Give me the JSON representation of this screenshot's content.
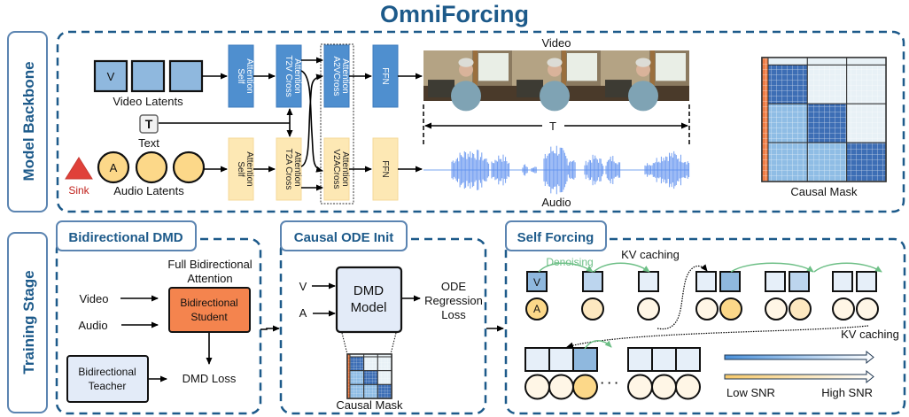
{
  "title": "OmniForcing",
  "sections": {
    "backbone": "Model Backbone",
    "training": "Training Stage"
  },
  "backbone": {
    "video_latents_label": "Video Latents",
    "audio_latents_label": "Audio Latents",
    "v_token": "V",
    "a_token": "A",
    "text_icon": "T",
    "text_label": "Text",
    "sink_label": "Sink",
    "video_blocks": {
      "self_attn": [
        "Self",
        "Attention"
      ],
      "cross": [
        "T2V Cross",
        "Attention"
      ],
      "joint": [
        "A2VCross",
        "Attention"
      ],
      "ffn": "FFN"
    },
    "audio_blocks": {
      "self_attn": [
        "Self",
        "Attention"
      ],
      "cross": [
        "T2A Cross",
        "Attention"
      ],
      "joint": [
        "V2ACross",
        "Attention"
      ],
      "ffn": "FFN"
    },
    "video_output_label": "Video",
    "audio_output_label": "Audio",
    "time_label": "T",
    "causal_mask_label": "Causal Mask",
    "video_frames": 3
  },
  "stages": {
    "bidirectional": {
      "title": "Bidirectional DMD",
      "attention_note": [
        "Full Bidirectional",
        "Attention"
      ],
      "inputs": [
        "Video",
        "Audio"
      ],
      "student": [
        "Bidirectional",
        "Student"
      ],
      "teacher": [
        "Bidirectional",
        "Teacher"
      ],
      "loss": "DMD Loss"
    },
    "causal_ode": {
      "title": "Causal ODE Init",
      "inputs": [
        "V",
        "A"
      ],
      "model": [
        "DMD",
        "Model"
      ],
      "loss": [
        "ODE",
        "Regression",
        "Loss"
      ],
      "mask_label": "Causal Mask"
    },
    "self_forcing": {
      "title": "Self Forcing",
      "denoising_label": "Denoising",
      "kv_caching_label": "KV caching",
      "v_token": "V",
      "a_token": "A",
      "ellipsis": "· · ·",
      "snr_low": "Low SNR",
      "snr_high": "High SNR"
    }
  },
  "colors": {
    "title_blue": "#1d5a8a",
    "video_block": "#4f8fcf",
    "audio_block": "#fde8b4",
    "video_latent": "#8fb8de",
    "audio_latent": "#fcd889",
    "student": "#f4844e",
    "teacher": "#e3ebf8",
    "denoise_arrow": "#6dbf86",
    "sink": "#e0413a",
    "mask_dark": "#3d6eb5",
    "mask_mid": "#8fbde5",
    "mask_light": "#e8f1f6",
    "mask_sink": "#f07d45"
  }
}
